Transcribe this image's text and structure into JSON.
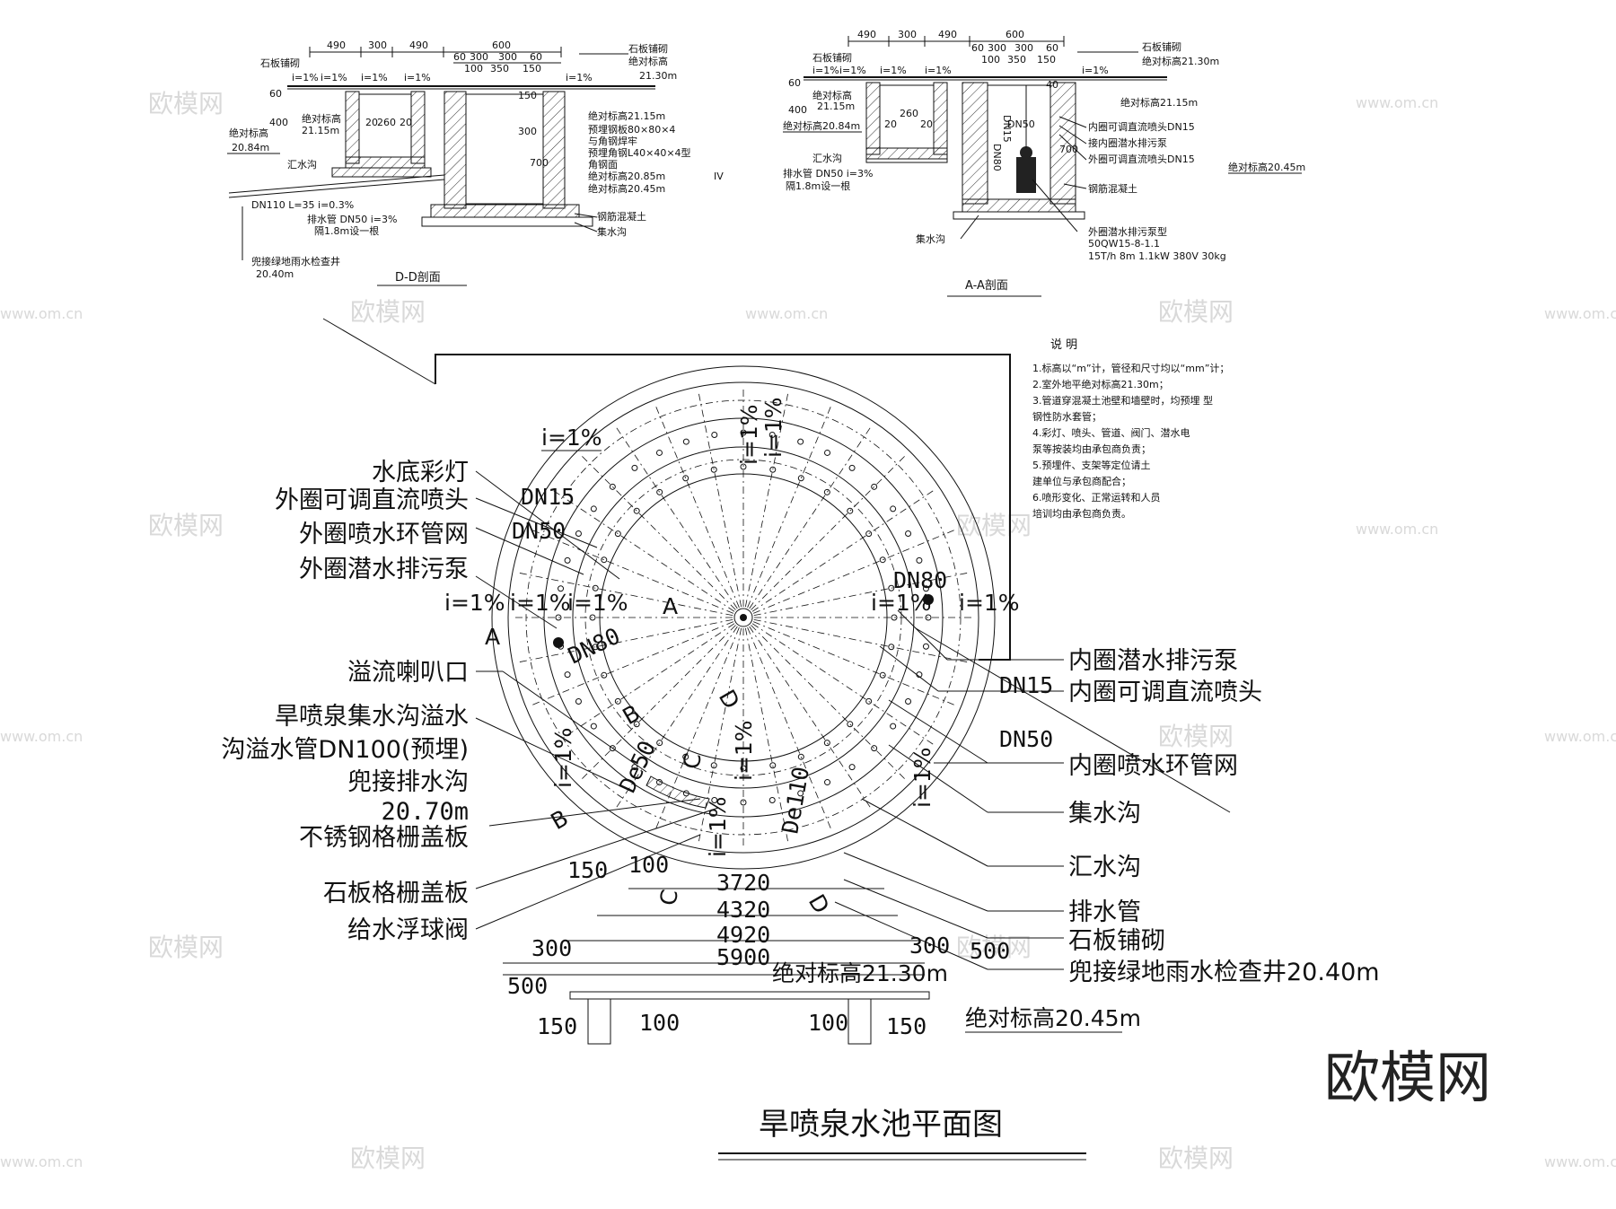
{
  "watermark": {
    "brand": "欧模网",
    "url": "www.om.cn",
    "brand_large": "欧模网"
  },
  "section_dd": {
    "title": "D-D剖面",
    "dims_top": [
      "490",
      "300",
      "490",
      "600"
    ],
    "dims_sub": [
      "60",
      "300",
      "300",
      "60"
    ],
    "dims_sub2": [
      "100",
      "350",
      "150"
    ],
    "slopes": [
      "i=1%",
      "i=1%",
      "i=1%",
      "i=1%",
      "i=1%"
    ],
    "labels": {
      "stone_paving": "石板铺砌",
      "abs_elev_2130": "绝对标高",
      "elev_2130": "21.30m",
      "stone_paving_left": "石板铺砌",
      "abs_elev_2115": "绝对标高21.15m",
      "embedded_plate": "预埋钢板80×80×4",
      "weld": "与角钢焊牢",
      "embedded_angle": "预埋角钢L40×40×4型",
      "angle_face": "角钢面",
      "abs_elev_2085": "绝对标高20.85m",
      "abs_elev_2045": "绝对标高20.45m",
      "rc": "钢筋混凝土",
      "sump": "集水沟",
      "abs_elev_left": "绝对标高",
      "elev_2115_left": "21.15m",
      "abs_elev_left2": "绝对标高",
      "elev_2084": "20.84m",
      "gutter": "汇水沟",
      "dn110": "DN110 L=35 i=0.3%",
      "drain_pipe": "排水管 DN50 i=3%",
      "interval": "隔1.8m设一根",
      "connect_well": "兜接绿地雨水检查井",
      "elev_2040": "20.40m",
      "d260": "260",
      "d20a": "20",
      "d20b": "20",
      "d400": "400",
      "d60": "60",
      "d700": "700",
      "d150": "150",
      "d300v": "300",
      "roman": "IV"
    }
  },
  "section_aa": {
    "title": "A-A剖面",
    "dims_top": [
      "490",
      "300",
      "490",
      "600"
    ],
    "dims_sub": [
      "60",
      "300",
      "300",
      "60"
    ],
    "dims_sub2": [
      "100",
      "350",
      "150"
    ],
    "slopes": [
      "i=1%",
      "i=1%",
      "i=1%",
      "i=1%",
      "i=1%"
    ],
    "labels": {
      "stone_paving": "石板铺砌",
      "abs_elev_2130": "绝对标高21.30m",
      "stone_paving_left": "石板铺砌",
      "abs_elev_2115": "绝对标高21.15m",
      "inner_nozzle": "内圈可调直流喷头DN15",
      "inner_pump": "接内圈潜水排污泵",
      "outer_nozzle": "外圈可调直流喷头DN15",
      "abs_elev_2045": "绝对标高20.45m",
      "rc": "钢筋混凝土",
      "outer_pump": "外圈潜水排污泵型",
      "pump_model": "50QW15-8-1.1",
      "pump_spec": "15T/h 8m 1.1kW 380V 30kg",
      "sump": "集水沟",
      "abs_elev_left": "绝对标高",
      "elev_2115_left": "21.15m",
      "abs_elev_2084": "绝对标高20.84m",
      "gutter": "汇水沟",
      "drain_pipe": "排水管 DN50 i=3%",
      "interval": "隔1.8m设一根",
      "dn15": "DN15",
      "dn50": "DN50",
      "dn80": "DN80",
      "d260": "260",
      "d20a": "20",
      "d20b": "20",
      "d400": "400",
      "d60": "60",
      "d700": "700",
      "d40": "40"
    }
  },
  "notes": {
    "title": "说  明",
    "items": [
      "1.标高以“m”计，管径和尺寸均以“mm”计；",
      "2.室外地平绝对标高21.30m；",
      "3.管道穿混凝土池壁和墙壁时，均预埋  型",
      "   钢性防水套管；",
      "4.彩灯、喷头、管道、阀门、潜水电",
      "   泵等按装均由承包商负责；",
      "5.预埋件、支架等定位请土",
      "   建单位与承包商配合；",
      "6.喷形变化、正常运转和人员",
      "   培训均由承包商负责。"
    ]
  },
  "plan": {
    "title": "旱喷泉水池平面图",
    "left_labels": [
      "水底彩灯",
      "外圈可调直流喷头",
      "外圈喷水环管网",
      "外圈潜水排污泵",
      "溢流喇叭口",
      "旱喷泉集水沟溢水",
      "沟溢水管DN100(预埋)",
      "兜接排水沟",
      "20.70m",
      "不锈钢格栅盖板",
      "石板格栅盖板",
      "给水浮球阀"
    ],
    "right_labels": [
      "内圈潜水排污泵",
      "内圈可调直流喷头",
      "内圈喷水环管网",
      "集水沟",
      "汇水沟",
      "排水管",
      "石板铺砌",
      "兜接绿地雨水检查井20.40m"
    ],
    "pipe_tags": {
      "dn15_left": "DN15",
      "dn50_left": "DN50",
      "dn80_right": "DN80",
      "dn80_left": "DN80",
      "dn15_right": "DN15",
      "dn50_right": "DN50",
      "de50": "De50",
      "de110": "De110"
    },
    "section_marks": {
      "a1": "A",
      "a2": "A",
      "b1": "B",
      "b2": "B",
      "c1": "C",
      "c2": "C",
      "d1": "D",
      "d2": "D"
    },
    "slopes": [
      "i=1%",
      "i=1%",
      "i=1%",
      "i=1%",
      "i=1%",
      "i=1%",
      "i=1%",
      "i=1%",
      "i=1%",
      "i=1%",
      "i=1%",
      "i=1%"
    ],
    "dims": {
      "d150a": "150",
      "d100a": "100",
      "d3720": "3720",
      "d4320": "4320",
      "d4920": "4920",
      "d5900": "5900",
      "d300a": "300",
      "d300b": "300",
      "d500a": "500",
      "d500b": "500",
      "d150b": "150",
      "d100b": "100",
      "d100c": "100",
      "d150c": "150"
    },
    "elev_2130": "绝对标高21.30m",
    "elev_2045": "绝对标高20.45m"
  }
}
